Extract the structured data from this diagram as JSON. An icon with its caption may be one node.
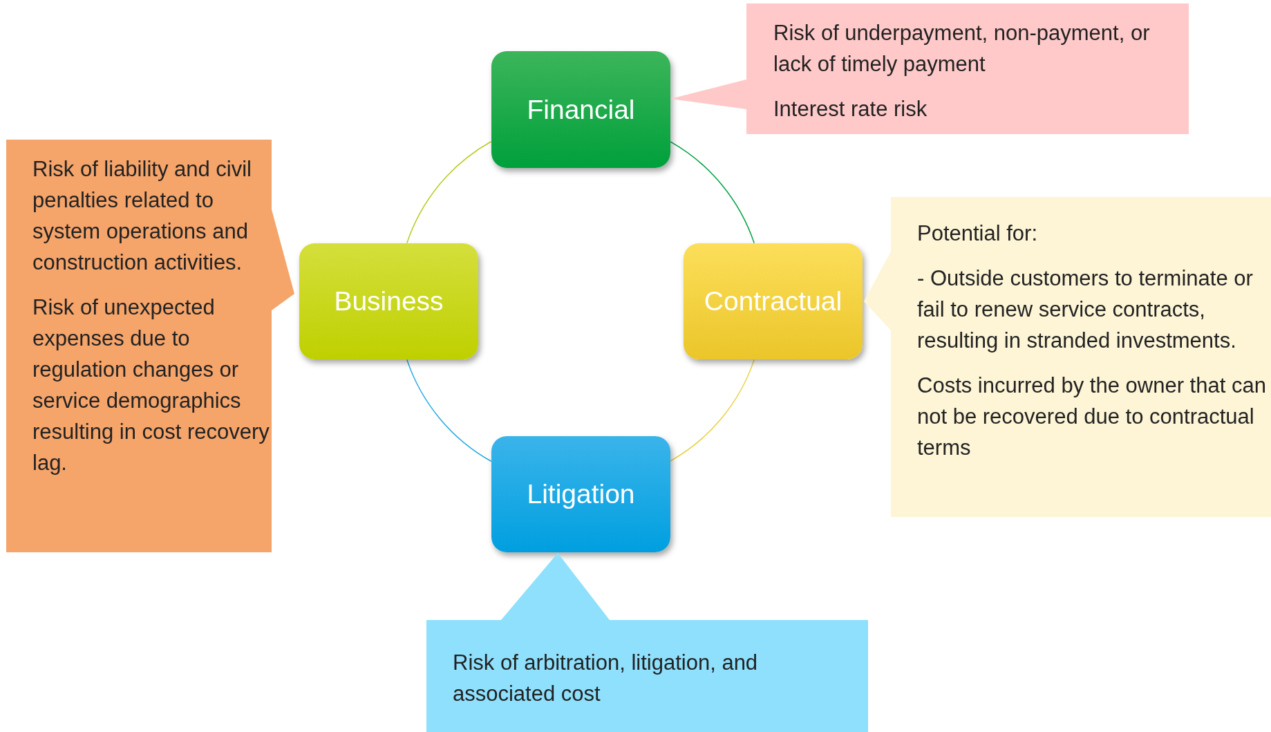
{
  "diagram": {
    "nodes": [
      {
        "text": [
          "Financial"
        ]
      },
      {
        "text": [
          "Contractual"
        ]
      },
      {
        "text": [
          "Litigation"
        ]
      },
      {
        "text": [
          "Business"
        ]
      },
      {
        "text": [
          "Risk of underpayment, non-payment, or lack of timely payment",
          "Interest rate risk"
        ]
      },
      {
        "text": [
          "Potential for:",
          "- Outside customers to terminate or fail to renew service contracts, resulting in stranded investments.",
          "Costs incurred by the owner that can not be recovered due to contractual terms"
        ]
      },
      {
        "text": [
          "Risk of arbitration, litigation, and associated cost"
        ]
      },
      {
        "text": [
          "Risk of liability and civil penalties related to system operations and construction activities.",
          "Risk of unexpected expenses due to regulation changes or service demographics resulting in cost recovery lag."
        ]
      }
    ],
    "edges": [
      {
        "from": 0,
        "to": 1,
        "arrow": "none",
        "color": "#00a040"
      },
      {
        "from": 1,
        "to": 2,
        "arrow": "none",
        "color": "#e8d040"
      },
      {
        "from": 2,
        "to": 3,
        "arrow": "none",
        "color": "#20a8e0"
      },
      {
        "from": 3,
        "to": 0,
        "arrow": "none",
        "color": "#b8cc20"
      }
    ]
  }
}
